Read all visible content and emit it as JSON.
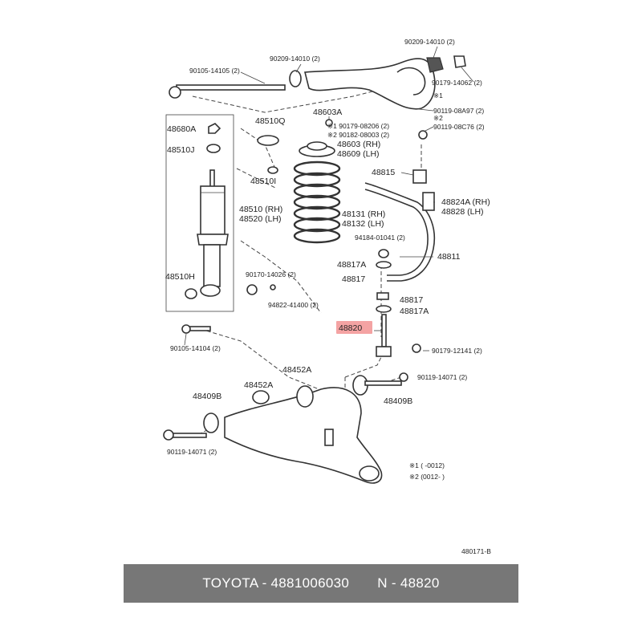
{
  "diagram": {
    "labels": {
      "l90209_top": "90209-14010 (2)",
      "l90179_14062": "90179-14062 (2)",
      "l90105_14105": "90105-14105 (2)",
      "l90209_mid": "90209-14010 (2)",
      "l90119_08a97": "90119-08A97 (2)",
      "l90119_08c76": "90119-08C76 (2)",
      "l48603a": "48603A",
      "l90179_08206": "※1 90179-08206 (2)",
      "l90182_08003": "※2 90182-08003 (2)",
      "l48603": "48603 (RH)",
      "l48609": "48609 (LH)",
      "l48680a": "48680A",
      "l48510q": "48510Q",
      "l48510j": "48510J",
      "l48510i": "48510I",
      "l48815": "48815",
      "l48824a": "48824A (RH)",
      "l48828": "48828 (LH)",
      "l48510": "48510 (RH)",
      "l48520": "48520 (LH)",
      "l48131": "48131 (RH)",
      "l48132": "48132 (LH)",
      "l94184": "94184-01041 (2)",
      "l48811": "48811",
      "l48817a_top": "48817A",
      "l48817_top": "48817",
      "l48510h": "48510H",
      "l90170_14026": "90170-14026 (2)",
      "l94822": "94822-41400 (2)",
      "l48817_low": "48817",
      "l48817a_low": "48817A",
      "l48820": "48820",
      "l90105_14104": "90105-14104 (2)",
      "l90179_12141": "90179-12141 (2)",
      "l48452a_top": "48452A",
      "l48452a_left": "48452A",
      "l90119_14071_r": "90119-14071 (2)",
      "l48409b_r": "48409B",
      "l48409b_l": "48409B",
      "l90119_14071_l": "90119-14071 (2)",
      "note1": "※1 (       -0012)",
      "note2": "※2 (0012-       )",
      "diagram_code": "480171-B"
    }
  },
  "highlight": {
    "part": "48820",
    "color": "#f4a3a3"
  },
  "footer": {
    "text": "TOYOTA - 4881006030       N - 48820",
    "background": "#777777"
  }
}
